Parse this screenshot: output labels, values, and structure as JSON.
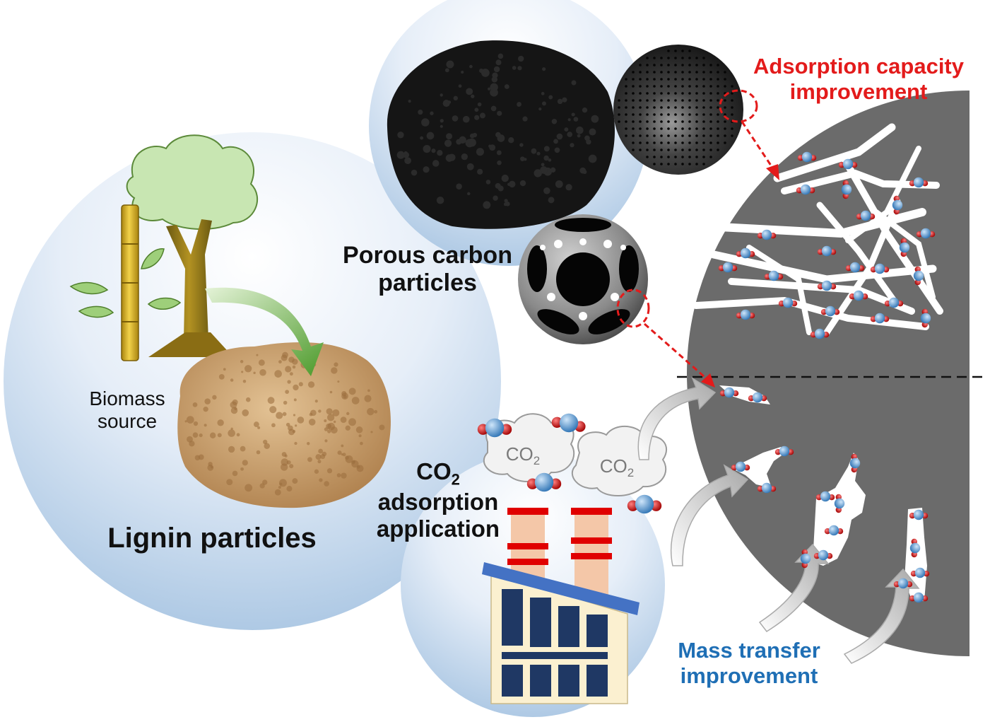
{
  "labels": {
    "lignin": "Lignin particles",
    "biomass_line1": "Biomass",
    "biomass_line2": "source",
    "porous_line1": "Porous carbon",
    "porous_line2": "particles",
    "co2_prefix": "CO",
    "co2_sub": "2",
    "adsorption_line1": "adsorption",
    "adsorption_line2": "application",
    "capacity_line1": "Adsorption capacity",
    "capacity_line2": "improvement",
    "mass_line1": "Mass transfer",
    "mass_line2": "improvement",
    "cloud_co": "CO",
    "cloud_sub": "2"
  },
  "colors": {
    "circle_light": "#eaf1f9",
    "circle_dark": "#9bbcdc",
    "pore_gray": "#6b6b6b",
    "molecule_blue": "#4a90d0",
    "molecule_red": "#c00000",
    "arrow_red": "#e31b1b",
    "factory_navy": "#1f3864",
    "factory_roof": "#4472c4",
    "chimney": "#f4c7a8",
    "chimney_band": "#e00000",
    "lignin_tan": "#c79a68",
    "tree_leaf": "#b8dba0",
    "trunk": "#9a7a18",
    "bamboo": "#d9b020",
    "green_arrow": "#6ab04c"
  }
}
